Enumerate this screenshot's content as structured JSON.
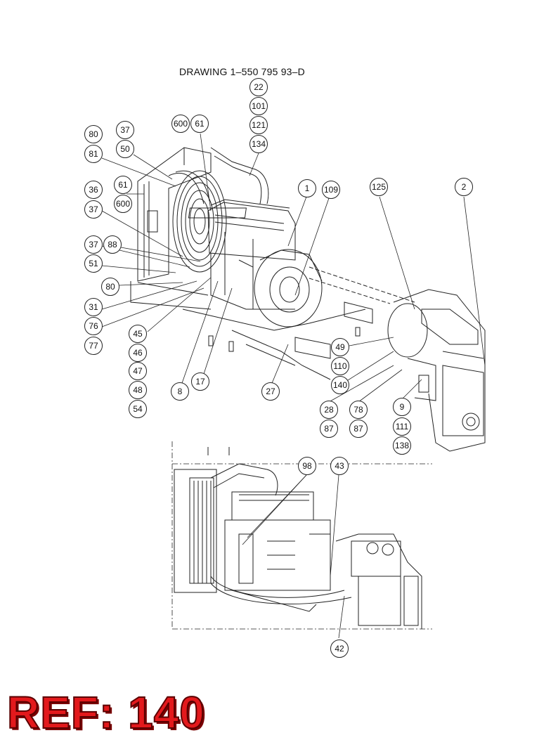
{
  "drawing_title": "DRAWING 1–550 795 93–D",
  "callouts_top": [
    "22",
    "101",
    "121",
    "134",
    "600",
    "61",
    "80",
    "37",
    "81",
    "50",
    "36",
    "61",
    "600",
    "37",
    "37",
    "88",
    "51",
    "80",
    "31",
    "76",
    "77",
    "45",
    "46",
    "47",
    "48",
    "54",
    "8",
    "17",
    "27",
    "1",
    "109",
    "125",
    "2",
    "49",
    "110",
    "140",
    "28",
    "87",
    "78",
    "87",
    "9",
    "111",
    "138"
  ],
  "callouts_bottom": [
    "98",
    "43",
    "42"
  ],
  "ref_label": "REF: 140"
}
